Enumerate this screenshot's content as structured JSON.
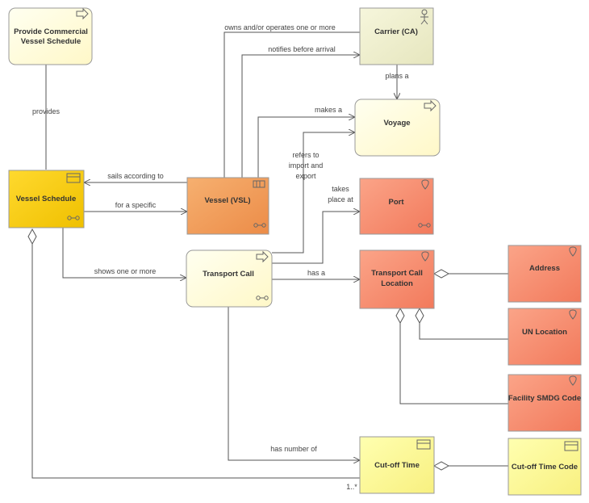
{
  "nodes": {
    "provide_schedule": {
      "line1": "Provide Commercial",
      "line2": "Vessel Schedule"
    },
    "carrier": {
      "label": "Carrier (CA)"
    },
    "voyage": {
      "label": "Voyage"
    },
    "vessel_schedule": {
      "label": "Vessel Schedule"
    },
    "vessel": {
      "label": "Vessel (VSL)"
    },
    "port": {
      "label": "Port"
    },
    "transport_call": {
      "label": "Transport Call"
    },
    "transport_call_location": {
      "line1": "Transport Call",
      "line2": "Location"
    },
    "address": {
      "label": "Address"
    },
    "un_location": {
      "label": "UN Location"
    },
    "facility_smdg": {
      "label": "Facility SMDG Code"
    },
    "cutoff_time": {
      "label": "Cut-off Time"
    },
    "cutoff_time_code": {
      "label": "Cut-off Time Code"
    }
  },
  "edges": {
    "owns": "owns and/or operates one or more",
    "notifies": "notifies before arrival",
    "plans": "plans a",
    "provides": "provides",
    "makes": "makes a",
    "refers_1": "refers to",
    "refers_2": "import and",
    "refers_3": "export",
    "sails": "sails according to",
    "for_specific": "for a specific",
    "takes_1": "takes",
    "takes_2": "place at",
    "shows": "shows one or more",
    "has_a": "has a",
    "has_number": "has number of",
    "multiplicity": "1..*"
  },
  "colors": {
    "process_fill": "#FFFFDD",
    "actor_fill": "#EEEECC",
    "schedule_fill": "#F5CC00",
    "vessel_fill": "#F0A060",
    "location_fill": "#F79070",
    "cutoff_fill": "#FFFF99"
  }
}
